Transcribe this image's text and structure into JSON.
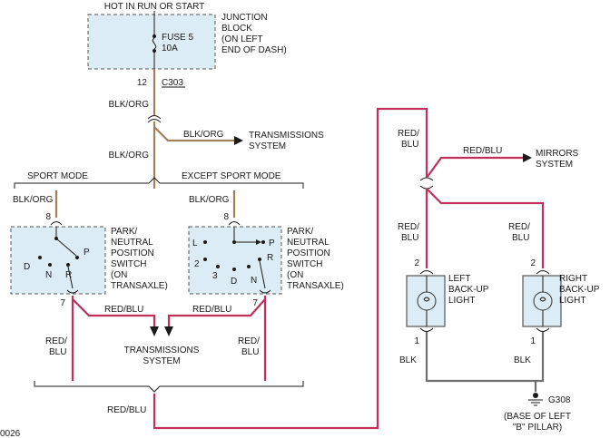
{
  "labels": {
    "hot_in_run": "HOT IN RUN OR START",
    "junction_block": [
      "JUNCTION",
      "BLOCK",
      "(ON LEFT",
      "END OF DASH)"
    ],
    "fuse_name": "FUSE 5",
    "fuse_rating": "10A",
    "pin_12": "12",
    "conn_c303": "C303",
    "blk_org_1": "BLK/ORG",
    "blk_org_branch": "BLK/ORG",
    "trans_system_top": [
      "TRANSMISSIONS",
      "SYSTEM"
    ],
    "blk_org_2": "BLK/ORG",
    "sport_mode": "SPORT MODE",
    "except_sport_mode": "EXCEPT SPORT MODE",
    "blk_org_left": "BLK/ORG",
    "blk_org_right": "BLK/ORG",
    "pin_8_left": "8",
    "pin_8_right": "8",
    "switch_left_positions": {
      "p": "P",
      "d": "D",
      "n": "N",
      "r": "R"
    },
    "switch_right_positions": {
      "l": "L",
      "p": "P",
      "r": "R",
      "two": "2",
      "three": "3",
      "d": "D",
      "n": "N"
    },
    "pns_left": [
      "PARK/",
      "NEUTRAL",
      "POSITION",
      "SWITCH",
      "(ON",
      "TRANSAXLE)"
    ],
    "pns_right": [
      "PARK/",
      "NEUTRAL",
      "POSITION",
      "SWITCH",
      "(ON",
      "TRANSAXLE)"
    ],
    "pin_7_left": "7",
    "pin_7_right": "7",
    "red_blu_sw_left": "RED/BLU",
    "red_blu_sw_right": "RED/BLU",
    "trans_system_bottom": [
      "TRANSMISSIONS",
      "SYSTEM"
    ],
    "red_blu_down_left": [
      "RED/",
      "BLU"
    ],
    "red_blu_down_right": [
      "RED/",
      "BLU"
    ],
    "red_blu_bottom": "RED/BLU",
    "red_blu_riser": [
      "RED/",
      "BLU"
    ],
    "red_blu_mirrors": "RED/BLU",
    "mirrors_system": [
      "MIRRORS",
      "SYSTEM"
    ],
    "red_blu_left_lamp": [
      "RED/",
      "BLU"
    ],
    "red_blu_right_lamp": [
      "RED/",
      "BLU"
    ],
    "pin_2_left": "2",
    "pin_2_right": "2",
    "left_backup": [
      "LEFT",
      "BACK-UP",
      "LIGHT"
    ],
    "right_backup": [
      "RIGHT",
      "BACK-UP",
      "LIGHT"
    ],
    "pin_1_left": "1",
    "pin_1_right": "1",
    "blk_left": "BLK",
    "blk_right": "BLK",
    "ground_g308": "G308",
    "ground_location": [
      "(BASE OF LEFT",
      "\"B\" PILLAR)"
    ],
    "figure_code": "0026"
  },
  "colors": {
    "blk_org_wire": "#a0805a",
    "red_blu_wire": "#c0305a",
    "blk_wire": "#6e6e6e",
    "component_fill": "#dcecf4"
  }
}
